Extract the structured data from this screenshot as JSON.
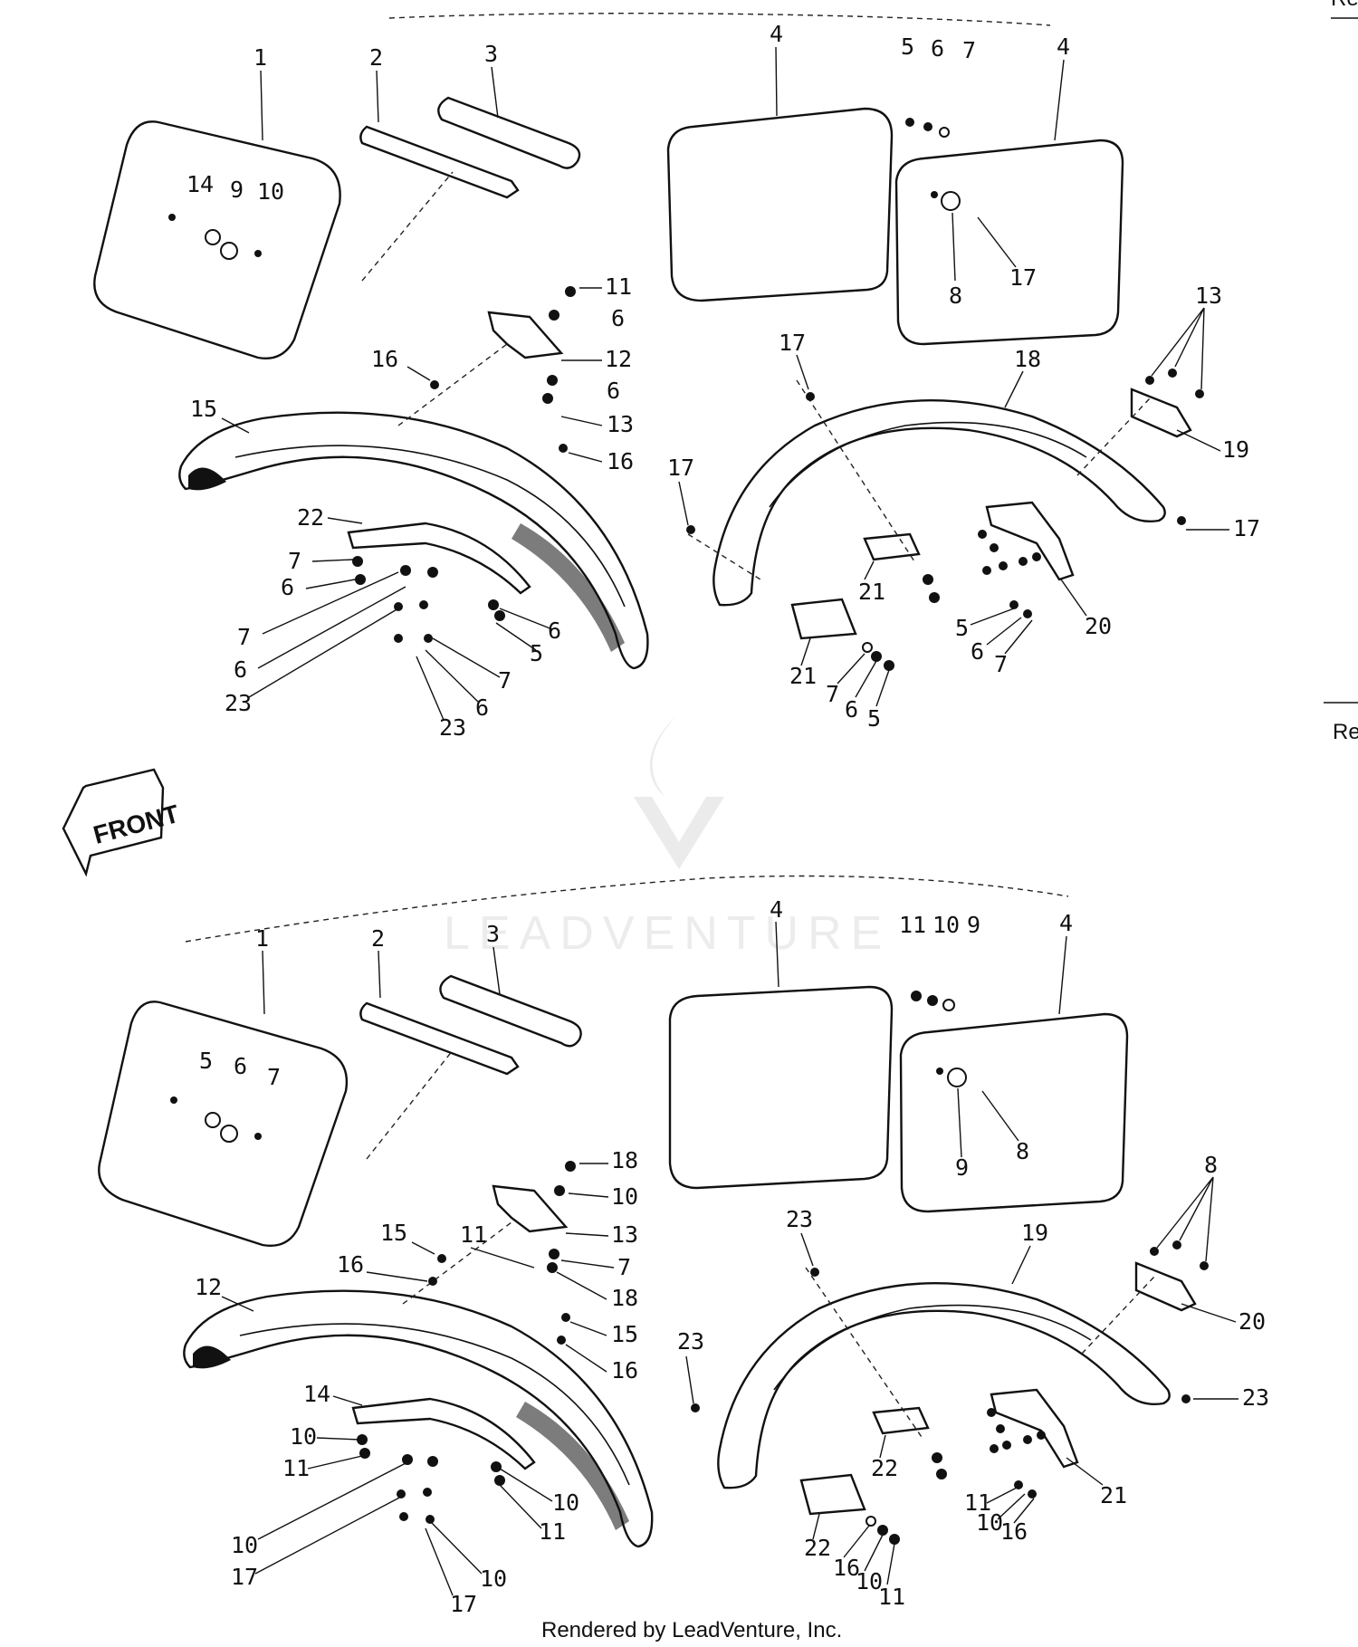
{
  "watermark": {
    "text": "LEADVENTURE"
  },
  "footer": {
    "text": "Rendered by LeadVenture, Inc."
  },
  "front_arrow": {
    "text": "FRONT"
  },
  "edge_labels": {
    "top": "Re",
    "bottom": "Re"
  },
  "top_diagram": {
    "labels": [
      "1",
      "2",
      "3",
      "4",
      "5",
      "6",
      "7",
      "4",
      "14",
      "9",
      "10",
      "11",
      "6",
      "12",
      "6",
      "13",
      "16",
      "15",
      "16",
      "17",
      "18",
      "13",
      "19",
      "17",
      "17",
      "22",
      "7",
      "6",
      "7",
      "6",
      "23",
      "6",
      "5",
      "7",
      "6",
      "23",
      "21",
      "21",
      "7",
      "6",
      "5",
      "8",
      "17",
      "5",
      "6",
      "7",
      "20"
    ]
  },
  "bottom_diagram": {
    "labels": [
      "1",
      "2",
      "3",
      "4",
      "11",
      "10",
      "9",
      "4",
      "5",
      "6",
      "7",
      "18",
      "10",
      "13",
      "15",
      "11",
      "7",
      "18",
      "16",
      "12",
      "15",
      "16",
      "14",
      "10",
      "11",
      "10",
      "11",
      "10",
      "17",
      "10",
      "17",
      "9",
      "8",
      "8",
      "23",
      "19",
      "20",
      "23",
      "23",
      "22",
      "21",
      "22",
      "16",
      "10",
      "11",
      "11",
      "10",
      "16"
    ]
  }
}
